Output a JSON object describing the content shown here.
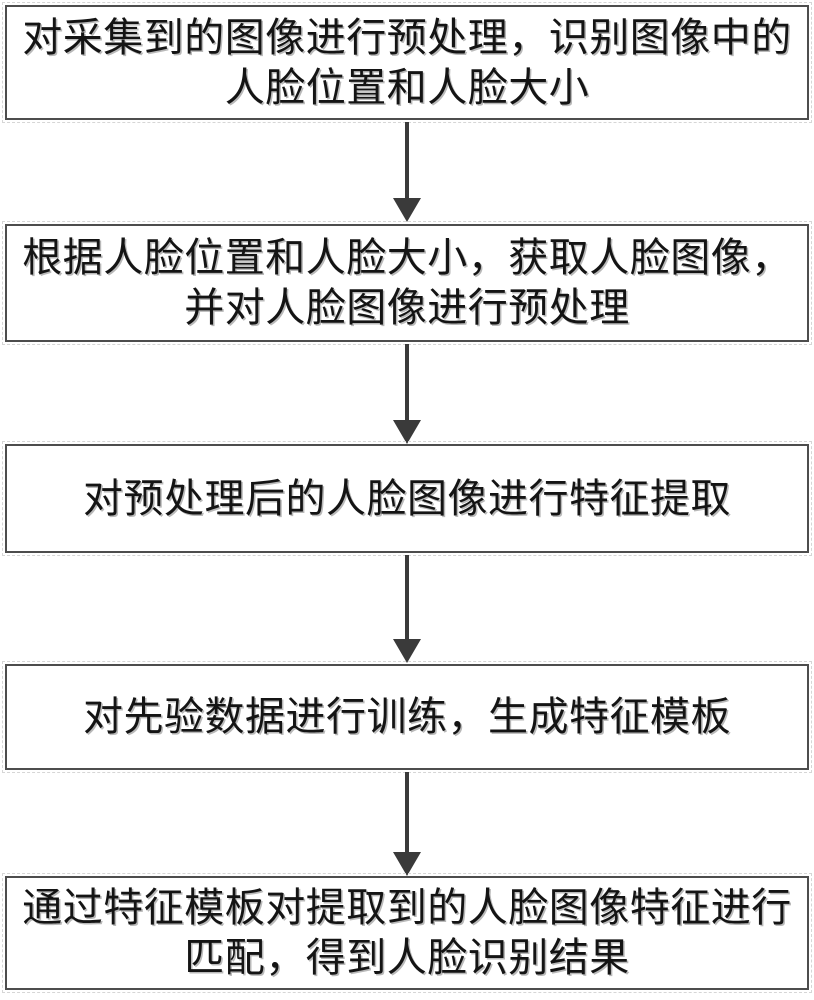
{
  "flowchart": {
    "steps": [
      {
        "line1": "对采集到的图像进行预处理，识别图像中的",
        "line2": "人脸位置和人脸大小"
      },
      {
        "line1": "根据人脸位置和人脸大小，获取人脸图像，",
        "line2": "并对人脸图像进行预处理"
      },
      {
        "line1": "对预处理后的人脸图像进行特征提取",
        "line2": ""
      },
      {
        "line1": "对先验数据进行训练，生成特征模板",
        "line2": ""
      },
      {
        "line1": "通过特征模板对提取到的人脸图像特征进行",
        "line2": "匹配，得到人脸识别结果"
      }
    ],
    "colors": {
      "background": "#ffffff",
      "box_border": "#4d4d4d",
      "text": "#141414",
      "arrow": "#3a3a3a"
    }
  }
}
